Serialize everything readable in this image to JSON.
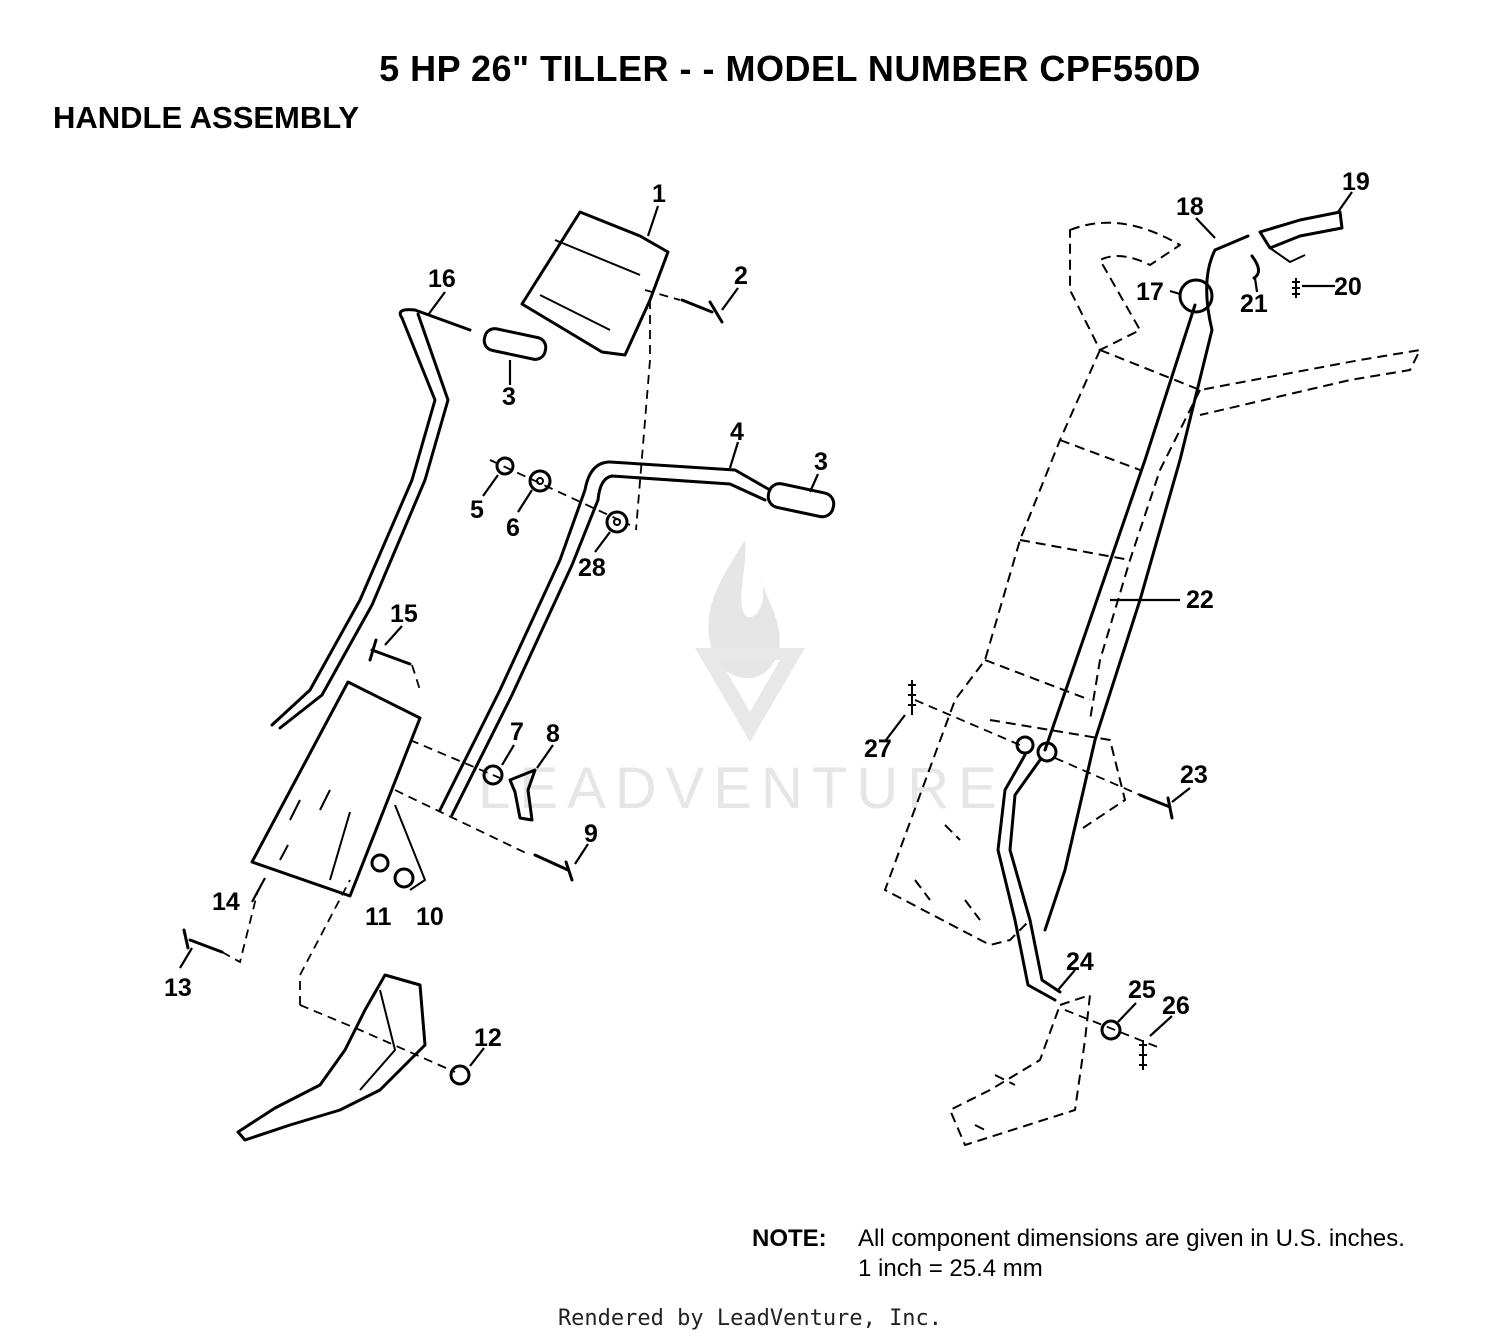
{
  "title": "5 HP 26\" TILLER - - MODEL NUMBER CPF550D",
  "subtitle": "HANDLE ASSEMBLY",
  "callouts": [
    "1",
    "2",
    "3",
    "16",
    "4",
    "3",
    "5",
    "6",
    "28",
    "15",
    "7",
    "8",
    "9",
    "14",
    "11",
    "10",
    "13",
    "12",
    "19",
    "18",
    "17",
    "21",
    "20",
    "22",
    "27",
    "23",
    "24",
    "25",
    "26"
  ],
  "note": {
    "label": "NOTE:",
    "line1": "All component dimensions are given in U.S. inches.",
    "line2": "1 inch = 25.4 mm"
  },
  "footer": "Rendered by LeadVenture, Inc.",
  "watermark": {
    "text": "LEADVENTURE",
    "icon": "flame-logo-icon"
  },
  "colors": {
    "ink": "#000000",
    "watermark": "#e6e6e6"
  }
}
